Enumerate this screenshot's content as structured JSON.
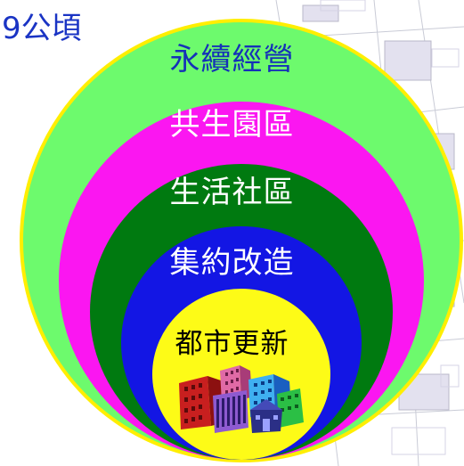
{
  "area_label": "9公頃",
  "rings": [
    {
      "label": "永續經營",
      "color": "#6dfa6d"
    },
    {
      "label": "共生園區",
      "color": "#fb16f1"
    },
    {
      "label": "生活社區",
      "color": "#007a10"
    },
    {
      "label": "集約改造",
      "color": "#1316e4"
    },
    {
      "label": "都市更新",
      "color": "#fdfb17"
    }
  ],
  "core_icon": "city-buildings-icon",
  "background": "site-map"
}
